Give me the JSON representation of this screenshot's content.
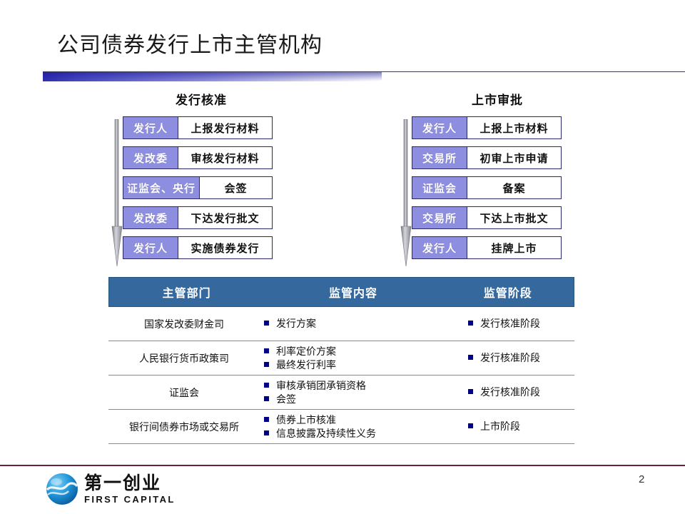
{
  "slide": {
    "title": "公司债券发行上市主管机构",
    "page_number": "2"
  },
  "flow": {
    "left": {
      "heading": "发行核准",
      "arrow_icon": "down-arrow-icon",
      "rows": [
        {
          "actor": "发行人",
          "action": "上报发行材料"
        },
        {
          "actor": "发改委",
          "action": "审核发行材料"
        },
        {
          "actor": "证监会、央行",
          "action": "会签"
        },
        {
          "actor": "发改委",
          "action": "下达发行批文"
        },
        {
          "actor": "发行人",
          "action": "实施债券发行"
        }
      ]
    },
    "right": {
      "heading": "上市审批",
      "arrow_icon": "down-arrow-icon",
      "rows": [
        {
          "actor": "发行人",
          "action": "上报上市材料"
        },
        {
          "actor": "交易所",
          "action": "初审上市申请"
        },
        {
          "actor": "证监会",
          "action": "备案"
        },
        {
          "actor": "交易所",
          "action": "下达上市批文"
        },
        {
          "actor": "发行人",
          "action": "挂牌上市"
        }
      ]
    }
  },
  "table": {
    "headers": [
      "主管部门",
      "监管内容",
      "监管阶段"
    ],
    "rows": [
      {
        "dept": "国家发改委财金司",
        "content": [
          "发行方案"
        ],
        "stage": "发行核准阶段"
      },
      {
        "dept": "人民银行货币政策司",
        "content": [
          "利率定价方案",
          "最终发行利率"
        ],
        "stage": "发行核准阶段"
      },
      {
        "dept": "证监会",
        "content": [
          "审核承销团承销资格",
          "会签"
        ],
        "stage": "发行核准阶段"
      },
      {
        "dept": "银行间债券市场或交易所",
        "content": [
          "债券上市核准",
          "信息披露及持续性义务"
        ],
        "stage": "上市阶段"
      }
    ]
  },
  "footer": {
    "logo_icon": "globe-logo-icon",
    "logo_cn": "第一创业",
    "logo_en": "FIRST CAPITAL"
  },
  "colors": {
    "tag_purple": "#8e8ee0",
    "table_header_blue": "#35699e",
    "bullet_navy": "#000080",
    "footer_rule": "#6b1f3a",
    "title_gradient_from": "#2f2fb0"
  }
}
